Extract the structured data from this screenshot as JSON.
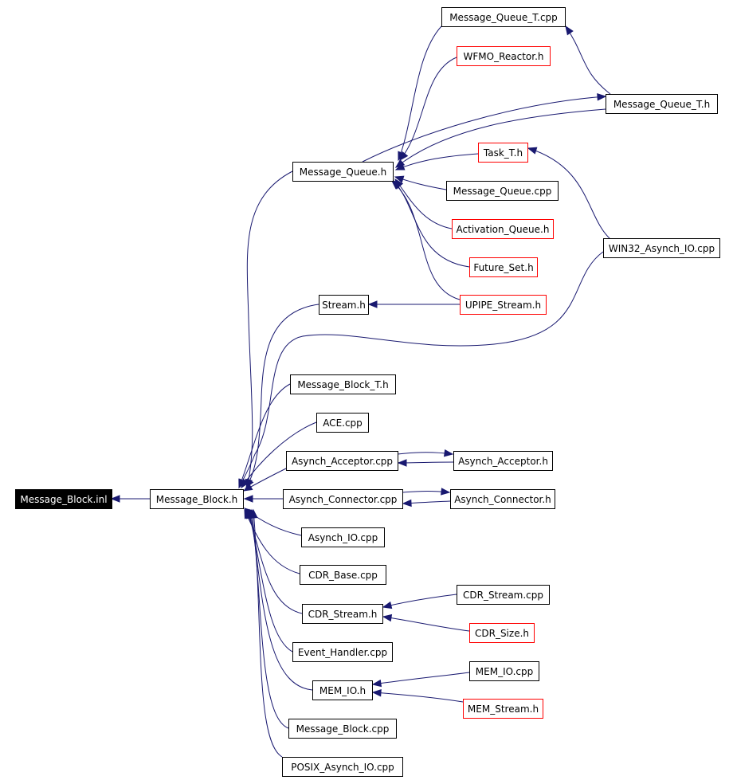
{
  "colors": {
    "edge": "#191970",
    "normal_border": "#000000",
    "external_border": "#ff0000",
    "root_fill": "#000000",
    "root_text": "#ffffff"
  },
  "nodes": [
    {
      "id": "message_block_inl",
      "label": "Message_Block.inl",
      "style": "root"
    },
    {
      "id": "message_block_h",
      "label": "Message_Block.h",
      "style": "normal"
    },
    {
      "id": "message_queue_h",
      "label": "Message_Queue.h",
      "style": "normal"
    },
    {
      "id": "message_queue_t_cpp",
      "label": "Message_Queue_T.cpp",
      "style": "normal"
    },
    {
      "id": "wfmo_reactor_h",
      "label": "WFMO_Reactor.h",
      "style": "external"
    },
    {
      "id": "message_queue_t_h",
      "label": "Message_Queue_T.h",
      "style": "normal"
    },
    {
      "id": "task_t_h",
      "label": "Task_T.h",
      "style": "external"
    },
    {
      "id": "message_queue_cpp",
      "label": "Message_Queue.cpp",
      "style": "normal"
    },
    {
      "id": "activation_queue_h",
      "label": "Activation_Queue.h",
      "style": "external"
    },
    {
      "id": "win32_asynch_io_cpp",
      "label": "WIN32_Asynch_IO.cpp",
      "style": "normal"
    },
    {
      "id": "future_set_h",
      "label": "Future_Set.h",
      "style": "external"
    },
    {
      "id": "stream_h",
      "label": "Stream.h",
      "style": "normal"
    },
    {
      "id": "upipe_stream_h",
      "label": "UPIPE_Stream.h",
      "style": "external"
    },
    {
      "id": "message_block_t_h",
      "label": "Message_Block_T.h",
      "style": "normal"
    },
    {
      "id": "ace_cpp",
      "label": "ACE.cpp",
      "style": "normal"
    },
    {
      "id": "asynch_acceptor_cpp",
      "label": "Asynch_Acceptor.cpp",
      "style": "normal"
    },
    {
      "id": "asynch_acceptor_h",
      "label": "Asynch_Acceptor.h",
      "style": "normal"
    },
    {
      "id": "asynch_connector_cpp",
      "label": "Asynch_Connector.cpp",
      "style": "normal"
    },
    {
      "id": "asynch_connector_h",
      "label": "Asynch_Connector.h",
      "style": "normal"
    },
    {
      "id": "asynch_io_cpp",
      "label": "Asynch_IO.cpp",
      "style": "normal"
    },
    {
      "id": "cdr_base_cpp",
      "label": "CDR_Base.cpp",
      "style": "normal"
    },
    {
      "id": "cdr_stream_cpp",
      "label": "CDR_Stream.cpp",
      "style": "normal"
    },
    {
      "id": "cdr_stream_h",
      "label": "CDR_Stream.h",
      "style": "normal"
    },
    {
      "id": "cdr_size_h",
      "label": "CDR_Size.h",
      "style": "external"
    },
    {
      "id": "event_handler_cpp",
      "label": "Event_Handler.cpp",
      "style": "normal"
    },
    {
      "id": "mem_io_cpp",
      "label": "MEM_IO.cpp",
      "style": "normal"
    },
    {
      "id": "mem_io_h",
      "label": "MEM_IO.h",
      "style": "normal"
    },
    {
      "id": "mem_stream_h",
      "label": "MEM_Stream.h",
      "style": "external"
    },
    {
      "id": "message_block_cpp",
      "label": "Message_Block.cpp",
      "style": "normal"
    },
    {
      "id": "posix_asynch_io_cpp",
      "label": "POSIX_Asynch_IO.cpp",
      "style": "normal"
    }
  ],
  "edges": [
    {
      "from": "message_block_h",
      "to": "message_block_inl"
    },
    {
      "from": "message_queue_h",
      "to": "message_block_h"
    },
    {
      "from": "stream_h",
      "to": "message_block_h"
    },
    {
      "from": "win32_asynch_io_cpp",
      "to": "message_block_h"
    },
    {
      "from": "message_block_t_h",
      "to": "message_block_h"
    },
    {
      "from": "ace_cpp",
      "to": "message_block_h"
    },
    {
      "from": "asynch_acceptor_cpp",
      "to": "message_block_h"
    },
    {
      "from": "asynch_connector_cpp",
      "to": "message_block_h"
    },
    {
      "from": "asynch_io_cpp",
      "to": "message_block_h"
    },
    {
      "from": "cdr_base_cpp",
      "to": "message_block_h"
    },
    {
      "from": "cdr_stream_h",
      "to": "message_block_h"
    },
    {
      "from": "event_handler_cpp",
      "to": "message_block_h"
    },
    {
      "from": "mem_io_h",
      "to": "message_block_h"
    },
    {
      "from": "message_block_cpp",
      "to": "message_block_h"
    },
    {
      "from": "posix_asynch_io_cpp",
      "to": "message_block_h"
    },
    {
      "from": "message_queue_t_cpp",
      "to": "message_queue_h"
    },
    {
      "from": "wfmo_reactor_h",
      "to": "message_queue_h"
    },
    {
      "from": "message_queue_t_h",
      "to": "message_queue_h"
    },
    {
      "from": "task_t_h",
      "to": "message_queue_h"
    },
    {
      "from": "message_queue_cpp",
      "to": "message_queue_h"
    },
    {
      "from": "activation_queue_h",
      "to": "message_queue_h"
    },
    {
      "from": "future_set_h",
      "to": "message_queue_h"
    },
    {
      "from": "upipe_stream_h",
      "to": "message_queue_h"
    },
    {
      "from": "message_queue_h",
      "to": "message_queue_t_h"
    },
    {
      "from": "message_queue_t_h",
      "to": "message_queue_t_cpp"
    },
    {
      "from": "win32_asynch_io_cpp",
      "to": "task_t_h"
    },
    {
      "from": "upipe_stream_h",
      "to": "stream_h"
    },
    {
      "from": "asynch_acceptor_h",
      "to": "asynch_acceptor_cpp"
    },
    {
      "from": "asynch_acceptor_cpp",
      "to": "asynch_acceptor_h"
    },
    {
      "from": "asynch_connector_h",
      "to": "asynch_connector_cpp"
    },
    {
      "from": "asynch_connector_cpp",
      "to": "asynch_connector_h"
    },
    {
      "from": "cdr_stream_cpp",
      "to": "cdr_stream_h"
    },
    {
      "from": "cdr_size_h",
      "to": "cdr_stream_h"
    },
    {
      "from": "mem_io_cpp",
      "to": "mem_io_h"
    },
    {
      "from": "mem_stream_h",
      "to": "mem_io_h"
    }
  ]
}
